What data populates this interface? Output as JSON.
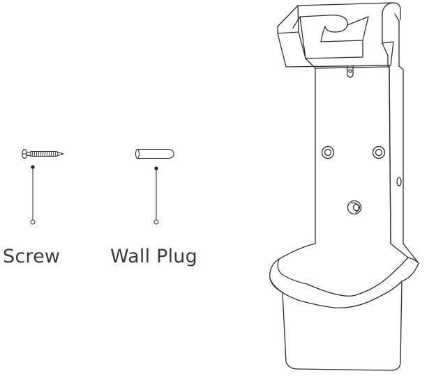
{
  "labels": {
    "screw": "Screw",
    "wall_plug": "Wall Plug"
  },
  "icons": {
    "screw": "screw-icon",
    "wall_plug": "wall-plug-icon",
    "bracket": "wall-mount-bracket-illustration"
  },
  "colors": {
    "line": "#2b2b2b",
    "text": "#3a3a3a",
    "background": "#ffffff"
  }
}
